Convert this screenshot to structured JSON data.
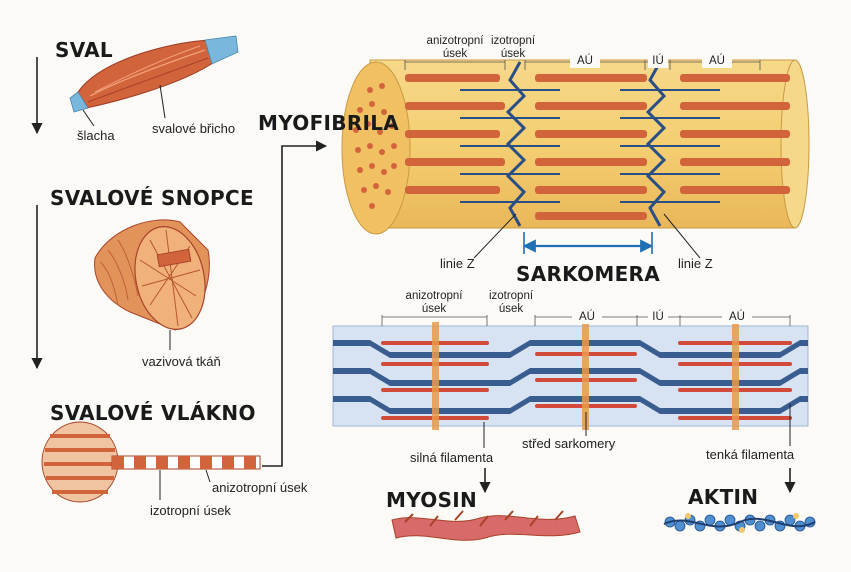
{
  "headings": {
    "sval": "SVAL",
    "svalove_snopce": "SVALOVÉ SNOPCE",
    "svalove_vlakno": "SVALOVÉ VLÁKNO",
    "myofibrila": "MYOFIBRILA",
    "sarkomera": "SARKOMERA",
    "myosin": "MYOSIN",
    "aktin": "AKTIN"
  },
  "labels": {
    "slacha": "šlacha",
    "svalove_brisko": "svalové břicho",
    "vazivova_tkan": "vazivová tkáň",
    "izotropni_usek": "izotropní úsek",
    "anizotropni_usek": "anizotropní úsek",
    "linie_z_left": "linie Z",
    "linie_z_right": "linie Z",
    "stred_sarkomery": "střed sarkomery",
    "silna_filamenta": "silná filamenta",
    "tenka_filamenta": "tenká filamenta"
  },
  "myofibril_bands": {
    "anizotropni_1": "anizotropní",
    "anizotropni_2": "úsek",
    "izotropni_1": "izotropní",
    "izotropni_2": "úsek",
    "au_1": "AÚ",
    "iu": "IÚ",
    "au_2": "AÚ"
  },
  "sarcomere_bands": {
    "anizotropni_1": "anizotropní",
    "anizotropni_2": "úsek",
    "izotropni_1": "izotropní",
    "izotropni_2": "úsek",
    "au_1": "AÚ",
    "iu": "IÚ",
    "au_2": "AÚ"
  },
  "colors": {
    "muscle": "#d2643c",
    "muscle_dark": "#a8432a",
    "tendon": "#7ab7dc",
    "fiber_yellow": "#f2c86a",
    "z_line": "#2a4f86",
    "sarcomere_arrow": "#1f6fb5",
    "thin_filament": "#2e5c9c",
    "actin_bead": "#4f8fd0",
    "myosin_band": "#e89a4a"
  }
}
